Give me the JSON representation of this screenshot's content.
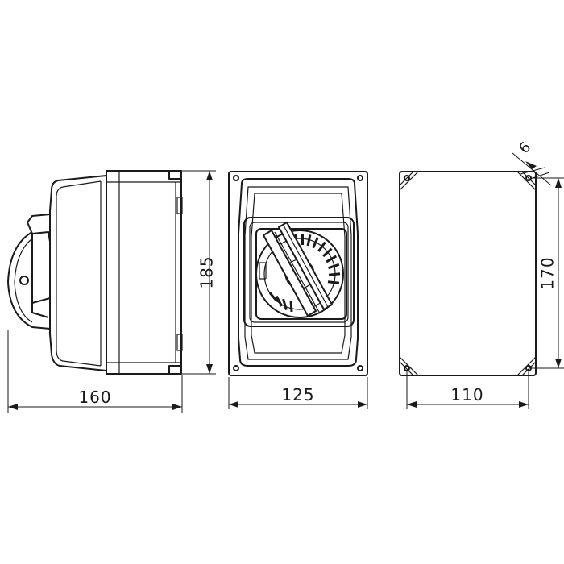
{
  "dimensions": {
    "side_width": "160",
    "side_height": "185",
    "front_width": "125",
    "back_width": "110",
    "back_height": "170",
    "hole_offset": "6"
  }
}
